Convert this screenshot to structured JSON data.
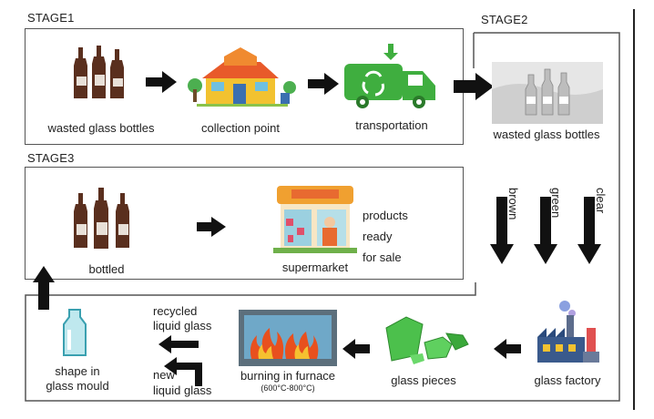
{
  "stages": {
    "stage1": "STAGE1",
    "stage2": "STAGE2",
    "stage3": "STAGE3"
  },
  "stage1": {
    "bottles": "wasted glass bottles",
    "collection": "collection point",
    "transport": "transportation"
  },
  "stage2": {
    "bottles": "wasted glass bottles",
    "colors": [
      "brown",
      "green",
      "clear"
    ]
  },
  "stage3": {
    "bottled": "bottled",
    "supermarket": "supermarket",
    "products": [
      "products",
      "ready",
      "for sale"
    ]
  },
  "process": {
    "factory": "glass factory",
    "pieces": "glass pieces",
    "furnace": "burning in furnace",
    "furnace_temp": "(600°C-800°C)",
    "recycled": [
      "recycled",
      "liquid glass"
    ],
    "new": [
      "new",
      "liquid glass"
    ],
    "mould": [
      "shape in",
      "glass mould"
    ]
  },
  "colors": {
    "bottle_brown": "#5a2f1e",
    "truck_green": "#3fae3f",
    "house_yellow": "#f2c230",
    "furnace_blue": "#6fa8c8",
    "glass_green": "#4cc04c"
  }
}
